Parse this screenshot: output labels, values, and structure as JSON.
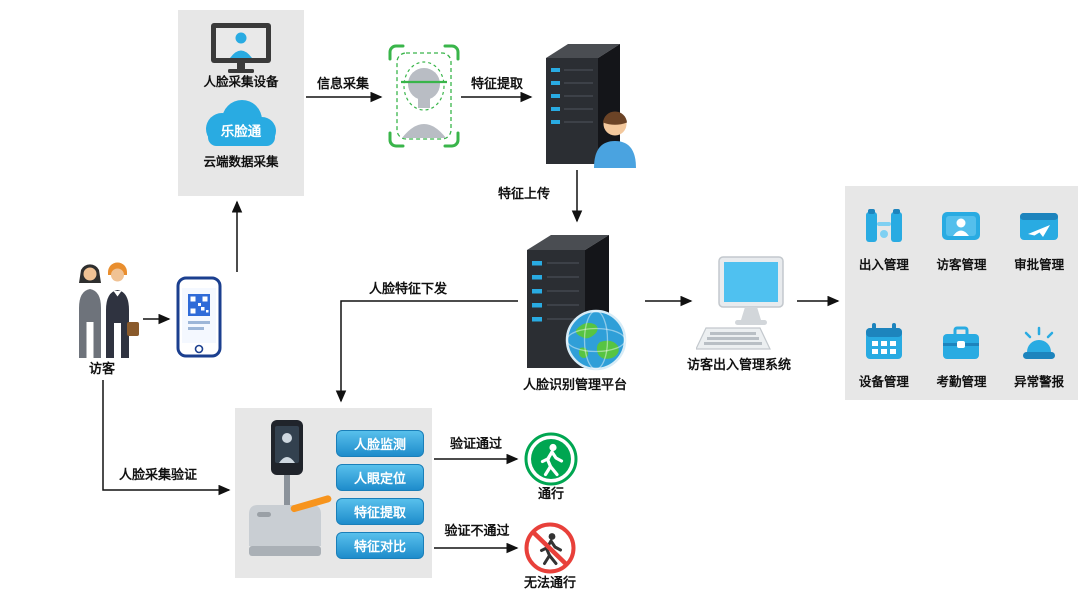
{
  "colors": {
    "accent_blue": "#29abe2",
    "green": "#00a651",
    "red": "#e8403a",
    "box_gray": "#e7e7e7",
    "dark": "#2b2b2b",
    "scan_green": "#39b54a"
  },
  "capture": {
    "device_label": "人脸采集设备",
    "cloud_label": "乐脸通",
    "box_label": "云端数据采集"
  },
  "visitors": {
    "label": "访客"
  },
  "platform": {
    "label": "人脸识别管理平台"
  },
  "system": {
    "label": "访客出入管理系统"
  },
  "modules": {
    "items": [
      {
        "label": "出入管理",
        "icon": "gate-access-icon"
      },
      {
        "label": "访客管理",
        "icon": "visitor-card-icon"
      },
      {
        "label": "审批管理",
        "icon": "approval-icon"
      },
      {
        "label": "设备管理",
        "icon": "device-calendar-icon"
      },
      {
        "label": "考勤管理",
        "icon": "attendance-briefcase-icon"
      },
      {
        "label": "异常警报",
        "icon": "alarm-icon"
      }
    ]
  },
  "gate": {
    "steps": [
      "人脸监测",
      "人眼定位",
      "特征提取",
      "特征对比"
    ]
  },
  "outcomes": {
    "pass_label": "通行",
    "fail_label": "无法通行"
  },
  "edges": {
    "info_collect": "信息采集",
    "feature_extract": "特征提取",
    "feature_upload": "特征上传",
    "feature_dispatch": "人脸特征下发",
    "capture_verify": "人脸采集验证",
    "verify_pass": "验证通过",
    "verify_fail": "验证不通过"
  }
}
